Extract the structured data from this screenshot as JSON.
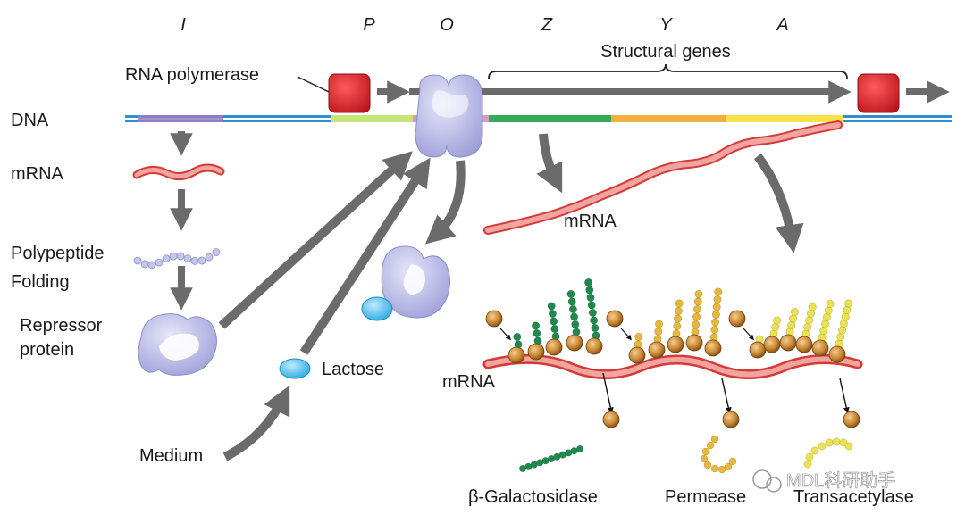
{
  "genes": {
    "i": "I",
    "p": "P",
    "o": "O",
    "z": "Z",
    "y": "Y",
    "a": "A"
  },
  "labels": {
    "structural_genes": "Structural genes",
    "rna_polymerase": "RNA polymerase",
    "dna": "DNA",
    "mrna_left": "mRNA",
    "polypeptide": "Polypeptide",
    "folding": "Folding",
    "repressor_line1": "Repressor",
    "repressor_line2": "protein",
    "lactose": "Lactose",
    "medium": "Medium",
    "mrna_long": "mRNA",
    "mrna_ribosome": "mRNA",
    "beta_gal": "β-Galactosidase",
    "permease": "Permease",
    "transacetylase": "Transacetylase",
    "watermark": "MDL科研助手"
  },
  "colors": {
    "polymerase": "#d9252c",
    "repressor": "#b8b9e6",
    "lactose": "#5ec4ee",
    "ribosome": "#c98733",
    "arrow": "#6b6b6b",
    "mrna_fill": "#f2a5a0",
    "mrna_edge": "#d43a36",
    "beta_gal_chain": "#1e8a4e",
    "permease_chain": "#e7b83a",
    "transacetylase_chain": "#ece34c",
    "dna_blue": "#2f8fd6",
    "dna_purple": "#9a7cc4",
    "dna_promoter": "#c5e57a",
    "dna_z": "#3aa85a",
    "dna_y": "#f0b040",
    "dna_a": "#f7e24a"
  }
}
